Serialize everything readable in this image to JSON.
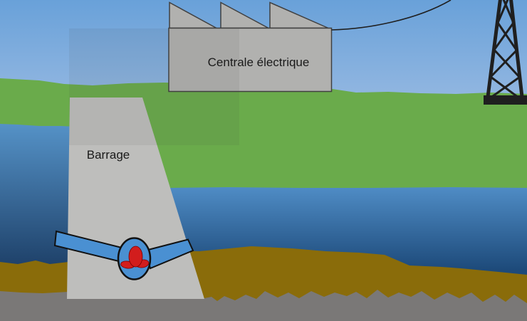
{
  "diagram": {
    "title_context": "hydroelectric-dam-diagram",
    "labels": {
      "dam": "Barrage",
      "power_plant": "Centrale électrique"
    }
  },
  "colors": {
    "sky_top": "#69a1d9",
    "sky_bottom": "#c2d0ea",
    "grass": "#6aab4b",
    "reservoir_light": "#5592c7",
    "reservoir_dark": "#1c3e66",
    "river_light": "#4f8cc5",
    "river_dark": "#1d4a7a",
    "ground_brown": "#8a6c0a",
    "bedrock_gray": "#7a7877",
    "dam_gray": "#bebebc",
    "building_gray": "#b1b1af",
    "building_outline": "#404040",
    "pipe_blue": "#4a90d2",
    "turbine_red": "#d21d1d",
    "structure_black": "#1f1f1f",
    "label_text": "#1a1a1a"
  }
}
